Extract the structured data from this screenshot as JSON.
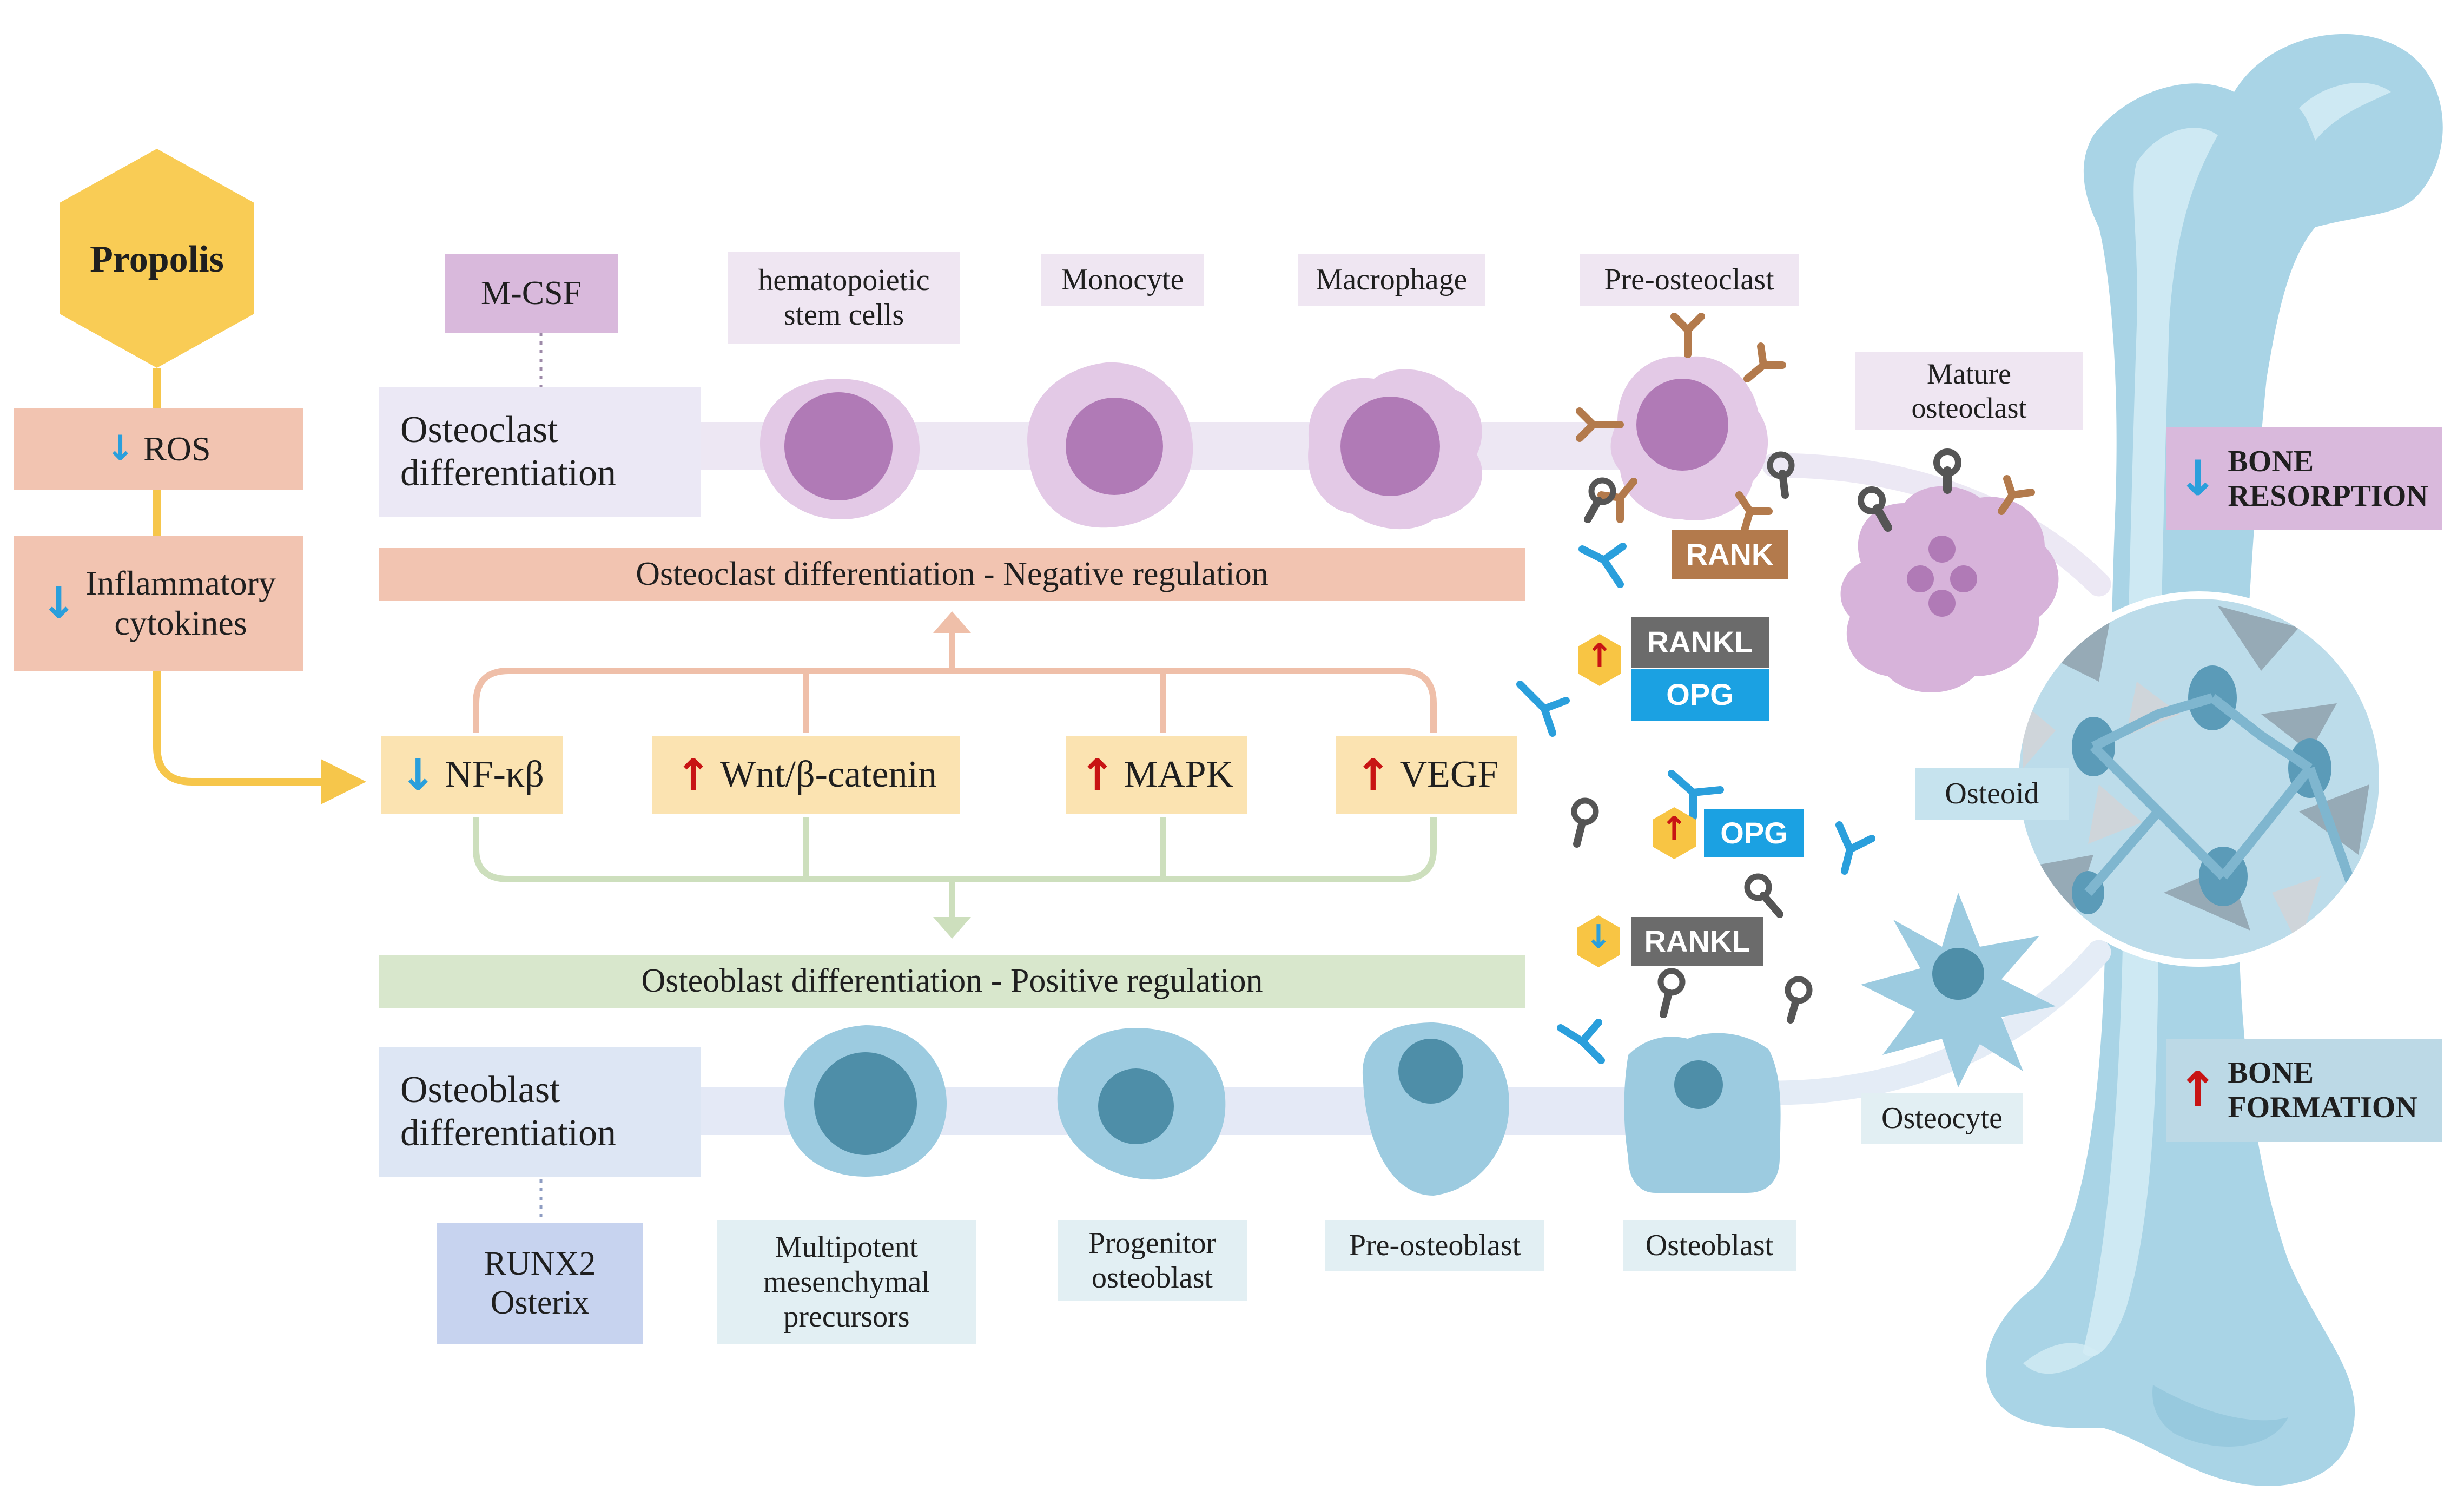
{
  "colors": {
    "propolis": "#f9cc55",
    "salmon": "#f2c4b1",
    "lilac": "#e9dcec",
    "lilac_dark": "#d9b9dc",
    "lavender": "#eceaf5",
    "yellow_box": "#fbe3b1",
    "green_box": "#d8e7cc",
    "blue_box": "#dde6f4",
    "runx_box": "#c7d3ef",
    "pale_blue": "#e2eff3",
    "bone": "#a9d4e6",
    "bone_dark": "#8cc2d9",
    "osteoid": "#c6e3ee",
    "rank_brown": "#b37a4c",
    "rankl_gray": "#6b6b6b",
    "opg_blue": "#1ba1e2",
    "arrow_down": "#2a9fdc",
    "arrow_up": "#c81414",
    "hexagon_badge": "#f8c544"
  },
  "propolis": {
    "label": "Propolis"
  },
  "effects": {
    "ros": "ROS",
    "inflammatory": [
      "Inflammatory",
      "cytokines"
    ]
  },
  "osteoclast": {
    "factor": "M-CSF",
    "row_label": [
      "Osteoclast",
      "differentiation"
    ],
    "cells": [
      {
        "label": [
          "hematopoietic",
          "stem cells"
        ]
      },
      {
        "label": [
          "Monocyte"
        ]
      },
      {
        "label": [
          "Macrophage"
        ]
      },
      {
        "label": [
          "Pre-osteoclast"
        ]
      },
      {
        "label": [
          "Mature",
          "osteoclast"
        ]
      }
    ],
    "regulation": "Osteoclast differentiation - Negative regulation"
  },
  "pathways": [
    {
      "label": "NF-κβ",
      "direction": "down"
    },
    {
      "label": "Wnt/β-catenin",
      "direction": "up"
    },
    {
      "label": "MAPK",
      "direction": "up"
    },
    {
      "label": "VEGF",
      "direction": "up"
    }
  ],
  "osteoblast": {
    "factor": [
      "RUNX2",
      "Osterix"
    ],
    "row_label": [
      "Osteoblast",
      "differentiation"
    ],
    "cells": [
      {
        "label": [
          "Multipotent",
          "mesenchymal",
          "precursors"
        ]
      },
      {
        "label": [
          "Progenitor",
          "osteoblast"
        ]
      },
      {
        "label": [
          "Pre-osteoblast"
        ]
      },
      {
        "label": [
          "Osteoblast"
        ]
      },
      {
        "label": [
          "Osteocyte"
        ]
      }
    ],
    "regulation": "Osteoblast differentiation - Positive regulation"
  },
  "signals": {
    "rank": "RANK",
    "rankl": "RANKL",
    "opg": "OPG"
  },
  "bone": {
    "osteoid": "Osteoid",
    "resorption": [
      "BONE",
      "RESORPTION"
    ],
    "formation": [
      "BONE",
      "FORMATION"
    ]
  }
}
